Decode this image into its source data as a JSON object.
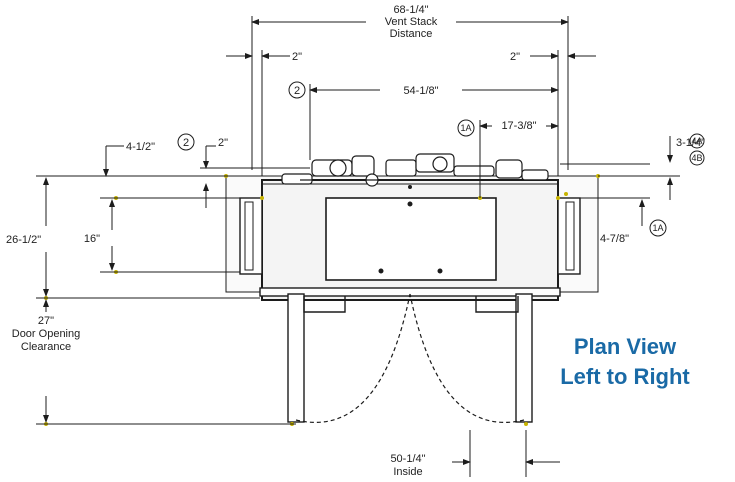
{
  "title": {
    "line1": "Plan View",
    "line2": "Left to Right"
  },
  "dimensions": {
    "vent_stack": {
      "value": "68-1/4\"",
      "label1": "Vent Stack",
      "label2": "Distance"
    },
    "left_2in": "2\"",
    "right_2in": "2\"",
    "width_54": "54-1/8\"",
    "offset_17": "17-3/8\"",
    "top_4_1_2": "4-1/2\"",
    "top_2in": "2\"",
    "right_3_1_4": "3-1/4\"",
    "right_4_7_8": "4-7/8\"",
    "depth_26": "26-1/2\"",
    "height_16": "16\"",
    "door": {
      "value": "27\"",
      "label1": "Door Opening",
      "label2": "Clearance"
    },
    "bottom_50": {
      "value": "50-1/4\"",
      "label": "Inside"
    }
  },
  "callouts": {
    "c2a": "2",
    "c2b": "2",
    "c1a_top": "1A",
    "c1a_right": "1A",
    "c4a": "4A",
    "c4b": "4B"
  },
  "colors": {
    "accent": "#1a6aa6",
    "line": "#1c1c1c",
    "marker": "#c8b400"
  }
}
